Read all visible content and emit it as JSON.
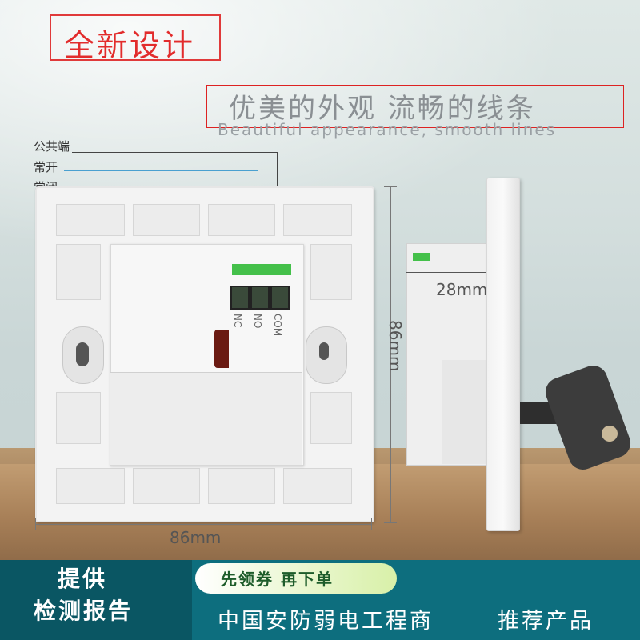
{
  "header": {
    "badge_text": "全新设计",
    "slogan_cn": "优美的外观  流畅的线条",
    "slogan_en": "Beautiful appearance,          smooth lines"
  },
  "legend": {
    "com": "公共端",
    "no": "常开",
    "nc": "常闭"
  },
  "terminals": {
    "nc": "NC",
    "no": "NO",
    "com": "COM"
  },
  "dimensions": {
    "depth": "28mm",
    "height": "86mm",
    "width": "86mm"
  },
  "footer": {
    "left_line1": "提供",
    "left_line2": "检测报告",
    "coupon": "先领券  再下单",
    "merchant": "中国安防弱电工程商",
    "recommend": "推荐产品"
  },
  "colors": {
    "accent_red": "#e22c2c",
    "footer_teal": "#0d6e7e",
    "terminal_green": "#44c04a"
  }
}
